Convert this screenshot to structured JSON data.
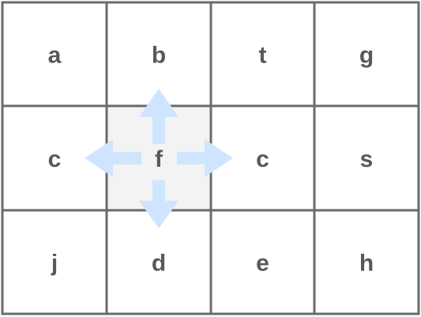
{
  "grid": {
    "rows": [
      [
        "a",
        "b",
        "t",
        "g"
      ],
      [
        "c",
        "f",
        "c",
        "s"
      ],
      [
        "j",
        "d",
        "e",
        "h"
      ]
    ],
    "highlight_cell": {
      "row": 1,
      "col": 1
    },
    "arrow_directions": [
      "up",
      "down",
      "left",
      "right"
    ]
  },
  "colors": {
    "grid_line": "#6b6b6b",
    "cell_text": "#595959",
    "highlight_fill": "#f3f3f3",
    "arrow_fill": "#cfe5ff"
  }
}
